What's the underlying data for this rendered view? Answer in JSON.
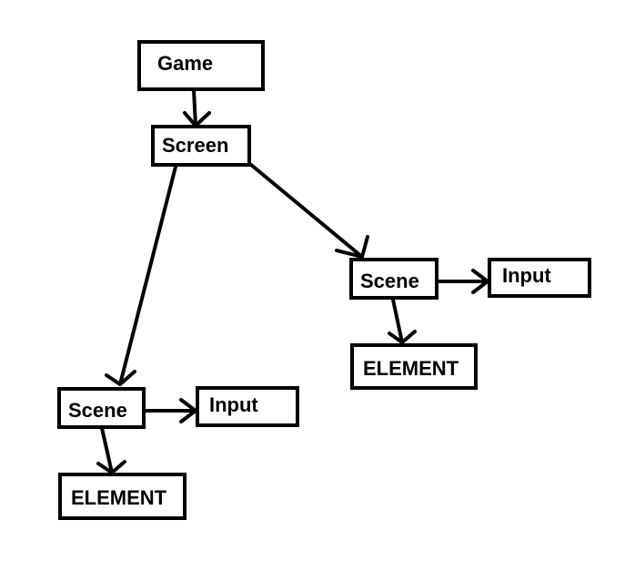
{
  "diagram": {
    "nodes": {
      "game": "Game",
      "screen": "Screen",
      "scene_right": "Scene",
      "input_right": "Input",
      "element_right": "ELEMENT",
      "scene_left": "Scene",
      "input_left": "Input",
      "element_left": "ELEMENT"
    },
    "colors": {
      "stroke": "#000000",
      "fill": "#ffffff"
    }
  }
}
